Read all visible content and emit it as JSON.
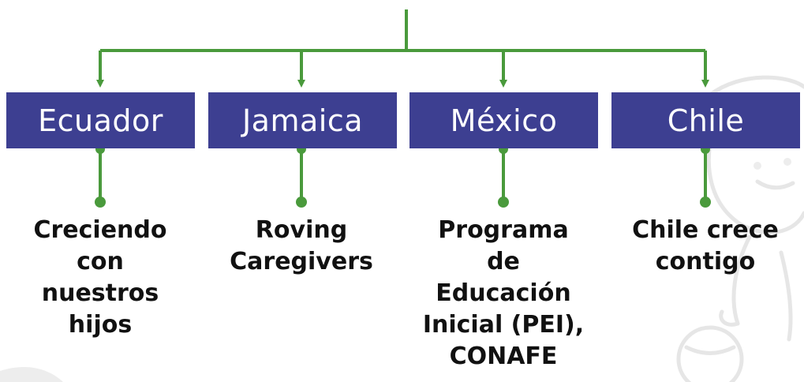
{
  "colors": {
    "box_fill": "#3d3f91",
    "box_text": "#ffffff",
    "connector": "#4a9a3c",
    "description_text": "#111111"
  },
  "countries": [
    {
      "name": "Ecuador",
      "program": "Creciendo\ncon\nnuestros\nhijos"
    },
    {
      "name": "Jamaica",
      "program": "Roving\nCaregivers"
    },
    {
      "name": "México",
      "program": "Programa\nde\nEducación\nInicial (PEI),\nCONAFE"
    },
    {
      "name": "Chile",
      "program": "Chile crece\ncontigo"
    }
  ]
}
